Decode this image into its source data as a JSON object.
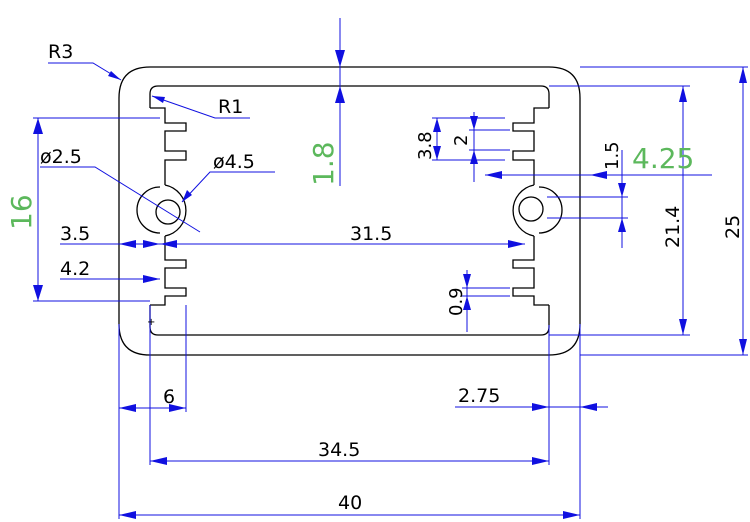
{
  "colors": {
    "outline": "#000000",
    "dimension_lines": "#1010e0",
    "highlight_text": "#5cb85c",
    "text": "#000000"
  },
  "labels": {
    "r3": "R3",
    "r1": "R1",
    "dia_small": "ø2.5",
    "dia_large": "ø4.5",
    "d3_5": "3.5",
    "d4_2": "4.2",
    "d31_5": "31.5",
    "d1_8": "1.8",
    "d16": "16",
    "d3_8": "3.8",
    "d2": "2",
    "d1_5": "1.5",
    "d4_25": "4.25",
    "d21_4": "21.4",
    "d25": "25",
    "d0_9": "0.9",
    "d6": "6",
    "d2_75": "2.75",
    "d34_5": "34.5",
    "d40": "40"
  }
}
